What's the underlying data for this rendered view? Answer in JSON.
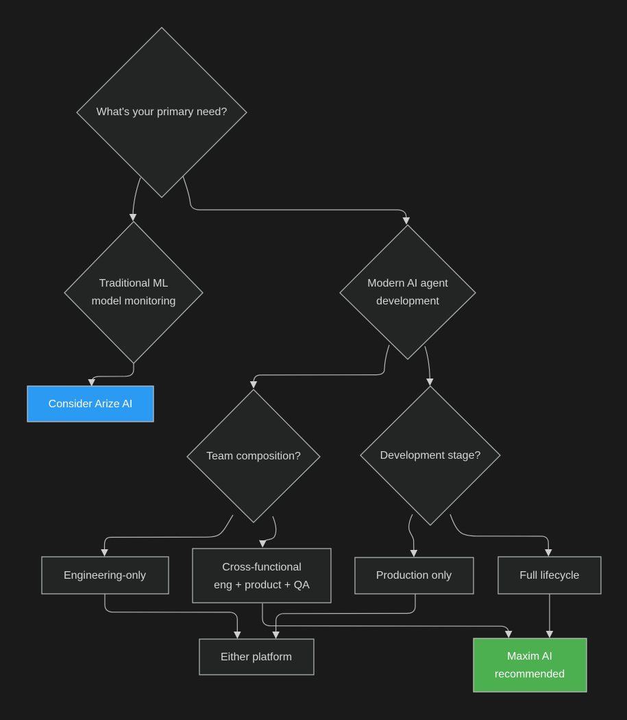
{
  "diagram": {
    "colors": {
      "background": "#1a1a1a",
      "node_fill": "#232525",
      "node_border": "#aeb2b2",
      "edge": "#b7bbbb",
      "node_text": "#d5d5d5",
      "accent_text": "#ffffff",
      "arize_blue": "#2b9af3",
      "maxim_green": "#4caf50"
    },
    "nodes": {
      "primary_need": {
        "kind": "decision",
        "label": "What's your primary need?"
      },
      "traditional_ml": {
        "kind": "decision",
        "label": "Traditional ML\nmodel monitoring"
      },
      "modern_ai": {
        "kind": "decision",
        "label": "Modern AI agent\ndevelopment"
      },
      "consider_arize": {
        "kind": "result",
        "label": "Consider Arize AI"
      },
      "team_composition": {
        "kind": "decision",
        "label": "Team composition?"
      },
      "development_stage": {
        "kind": "decision",
        "label": "Development stage?"
      },
      "engineering_only": {
        "kind": "option",
        "label": "Engineering-only"
      },
      "cross_functional": {
        "kind": "option",
        "label": "Cross-functional\neng + product + QA"
      },
      "production_only": {
        "kind": "option",
        "label": "Production only"
      },
      "full_lifecycle": {
        "kind": "option",
        "label": "Full lifecycle"
      },
      "either_platform": {
        "kind": "result",
        "label": "Either platform"
      },
      "maxim_recommended": {
        "kind": "result",
        "label": "Maxim AI\nrecommended"
      }
    },
    "edges": [
      {
        "from": "primary_need",
        "to": "traditional_ml"
      },
      {
        "from": "primary_need",
        "to": "modern_ai"
      },
      {
        "from": "traditional_ml",
        "to": "consider_arize"
      },
      {
        "from": "modern_ai",
        "to": "team_composition"
      },
      {
        "from": "modern_ai",
        "to": "development_stage"
      },
      {
        "from": "team_composition",
        "to": "engineering_only"
      },
      {
        "from": "team_composition",
        "to": "cross_functional"
      },
      {
        "from": "development_stage",
        "to": "production_only"
      },
      {
        "from": "development_stage",
        "to": "full_lifecycle"
      },
      {
        "from": "engineering_only",
        "to": "either_platform"
      },
      {
        "from": "production_only",
        "to": "either_platform"
      },
      {
        "from": "cross_functional",
        "to": "maxim_recommended"
      },
      {
        "from": "full_lifecycle",
        "to": "maxim_recommended"
      }
    ]
  }
}
